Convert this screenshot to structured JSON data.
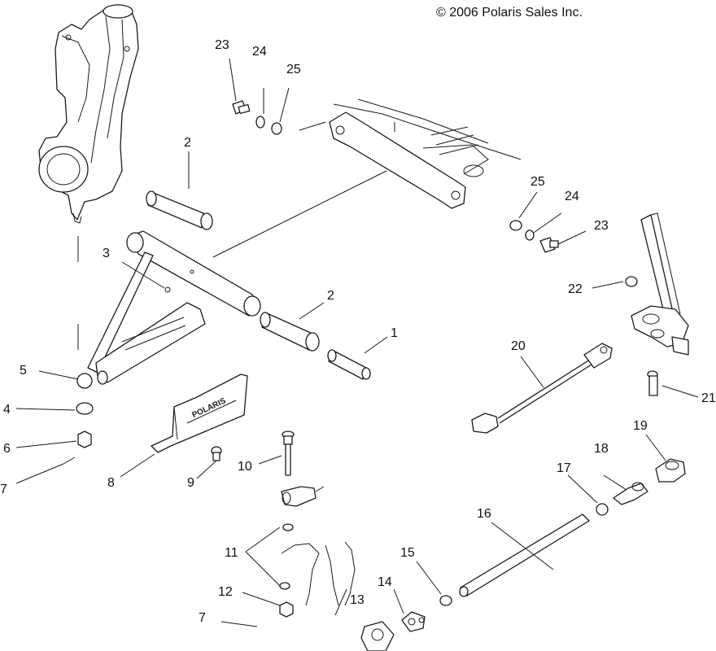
{
  "copyright": "© 2006 Polaris Sales Inc.",
  "colors": {
    "ink": "#1a1a1a",
    "background": "#ffffff"
  },
  "shield_logo": "POLARIS",
  "callouts": [
    {
      "id": "c23a",
      "label": "23"
    },
    {
      "id": "c24a",
      "label": "24"
    },
    {
      "id": "c25a",
      "label": "25"
    },
    {
      "id": "c2a",
      "label": "2"
    },
    {
      "id": "c25b",
      "label": "25"
    },
    {
      "id": "c24b",
      "label": "24"
    },
    {
      "id": "c23b",
      "label": "23"
    },
    {
      "id": "c3",
      "label": "3"
    },
    {
      "id": "c22",
      "label": "22"
    },
    {
      "id": "c2b",
      "label": "2"
    },
    {
      "id": "c1",
      "label": "1"
    },
    {
      "id": "c20",
      "label": "20"
    },
    {
      "id": "c5",
      "label": "5"
    },
    {
      "id": "c21",
      "label": "21"
    },
    {
      "id": "c4",
      "label": "4"
    },
    {
      "id": "c19",
      "label": "19"
    },
    {
      "id": "c6",
      "label": "6"
    },
    {
      "id": "c10",
      "label": "10"
    },
    {
      "id": "c18",
      "label": "18"
    },
    {
      "id": "c17",
      "label": "17"
    },
    {
      "id": "c7a",
      "label": "7"
    },
    {
      "id": "c8",
      "label": "8"
    },
    {
      "id": "c9",
      "label": "9"
    },
    {
      "id": "c16",
      "label": "16"
    },
    {
      "id": "c11",
      "label": "11"
    },
    {
      "id": "c15",
      "label": "15"
    },
    {
      "id": "c14",
      "label": "14"
    },
    {
      "id": "c12",
      "label": "12"
    },
    {
      "id": "c13",
      "label": "13"
    },
    {
      "id": "c7b",
      "label": "7"
    }
  ]
}
